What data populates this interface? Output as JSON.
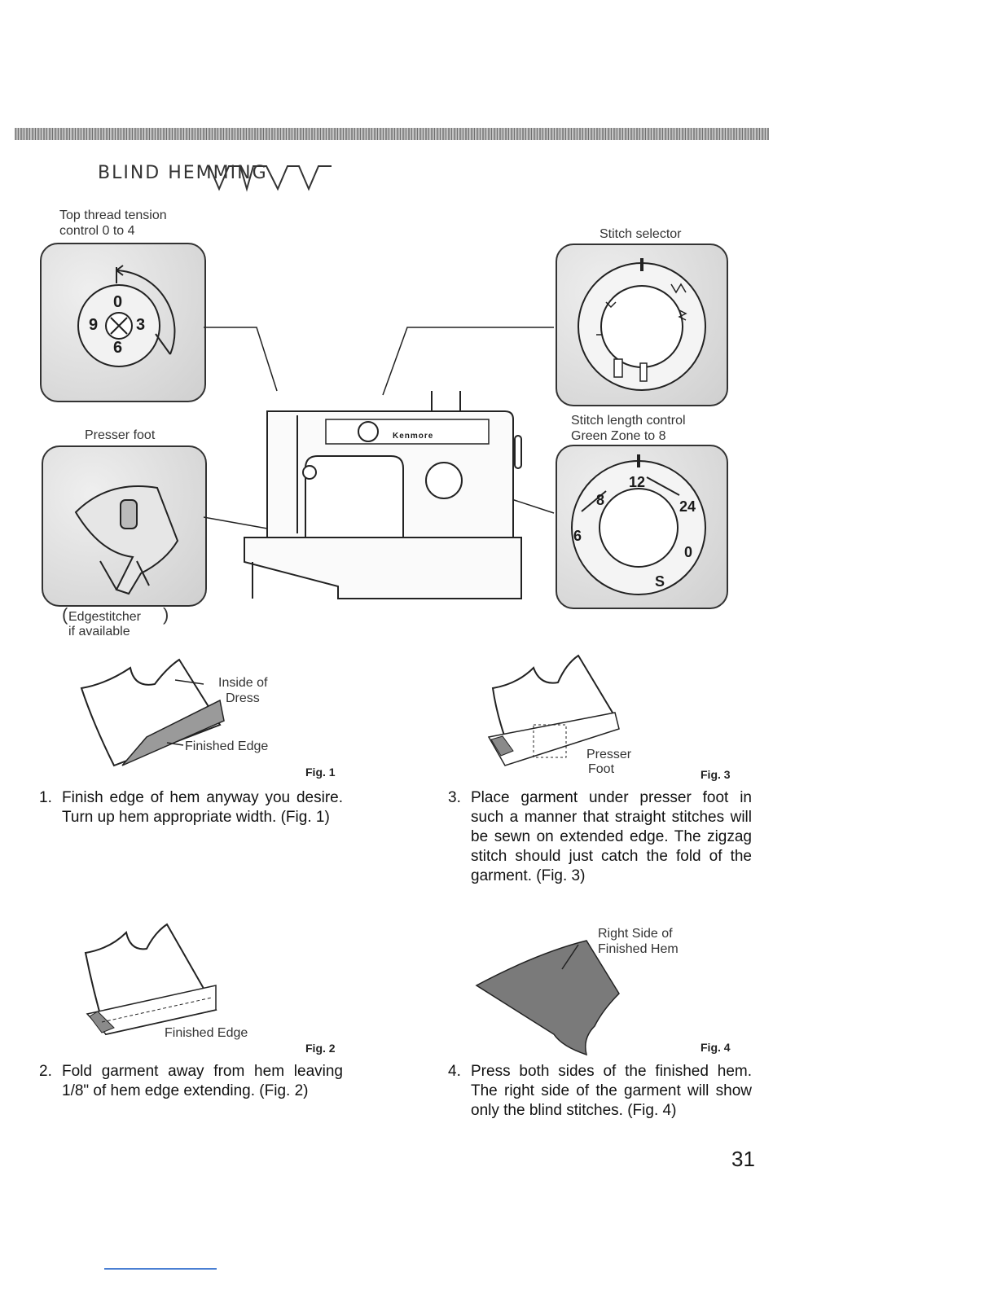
{
  "page": {
    "title": "BLIND HEMMING",
    "page_number": "31"
  },
  "labels": {
    "tension_line1": "Top thread tension",
    "tension_line2": "control 0 to 4",
    "presser_foot": "Presser foot",
    "edgestitcher_line1": "Edgestitcher",
    "edgestitcher_line2": "if available",
    "stitch_selector": "Stitch selector",
    "stitch_length_line1": "Stitch length control",
    "stitch_length_line2": "Green Zone to 8"
  },
  "dials": {
    "tension": [
      "0",
      "3",
      "6",
      "9"
    ],
    "length": [
      "12",
      "24",
      "0",
      "S",
      "6",
      "8"
    ]
  },
  "machine": {
    "brand": "Kenmore"
  },
  "figures": [
    {
      "caption": "Fig. 1",
      "callouts": [
        "Inside of",
        "Dress",
        "Finished Edge"
      ]
    },
    {
      "caption": "Fig. 2",
      "callouts": [
        "Finished Edge"
      ]
    },
    {
      "caption": "Fig. 3",
      "callouts": [
        "Presser",
        "Foot"
      ]
    },
    {
      "caption": "Fig. 4",
      "callouts": [
        "Right Side of",
        "Finished Hem"
      ]
    }
  ],
  "steps": [
    {
      "num": "1.",
      "text": "Finish edge of hem anyway you desire. Turn up hem appropriate width. (Fig. 1)"
    },
    {
      "num": "2.",
      "text": "Fold garment away from hem leaving 1/8\" of hem edge extending. (Fig. 2)"
    },
    {
      "num": "3.",
      "text": "Place garment under presser foot in such a manner that straight stitches will be sewn on extended edge. The zigzag stitch should just catch the fold of the garment. (Fig. 3)"
    },
    {
      "num": "4.",
      "text": "Press both sides of the finished hem. The right side of the garment will show only the blind stitches. (Fig. 4)"
    }
  ]
}
